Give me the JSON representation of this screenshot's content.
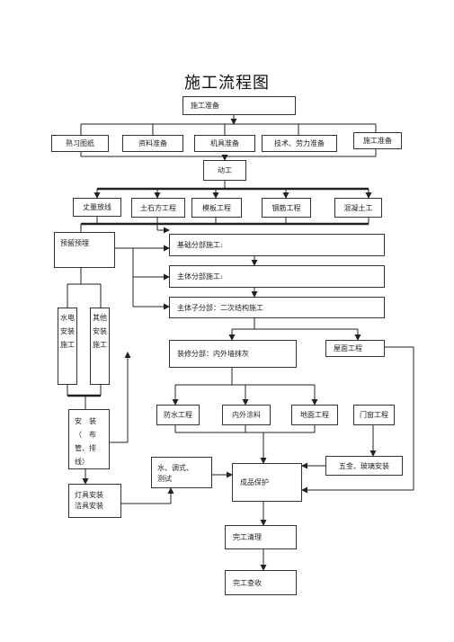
{
  "title": "施工流程图",
  "nodes": {
    "prep": "施工准备",
    "drawings": "熟习图纸",
    "materials": "资料准备",
    "machinery": "机具准备",
    "labor": "技术、劳力准备",
    "construction_prep": "施工准备",
    "start": "动工",
    "survey": "丈量放线",
    "earthwork": "土石方工程",
    "formwork": "模板工程",
    "rebar": "钢筋工程",
    "concrete": "混凝土工",
    "embedded": "预留预埋",
    "foundation": "基础分部施工:",
    "main_structure": "主体分部施工:",
    "secondary_structure": "主体子分部：二次结构施工",
    "water_electric": "水电安装施工",
    "other_install": "其他安装施工",
    "plastering": "装修分部：内外墙抹灰",
    "roof": "屋面工程",
    "waterproof": "防水工程",
    "paint": "内外涂料",
    "floor": "地面工程",
    "doors_windows": "门窗工程",
    "install_layout": "安　装　（　布　管、排　线）",
    "hardware_glass": "五金、玻璃安装",
    "water_test_1": "水、调式、",
    "water_test_2": "测试",
    "protection": "成品保护",
    "lamp_1": "灯具安装",
    "lamp_2": "洁具安装",
    "cleanup": "完工清理",
    "acceptance": "完工查收"
  }
}
